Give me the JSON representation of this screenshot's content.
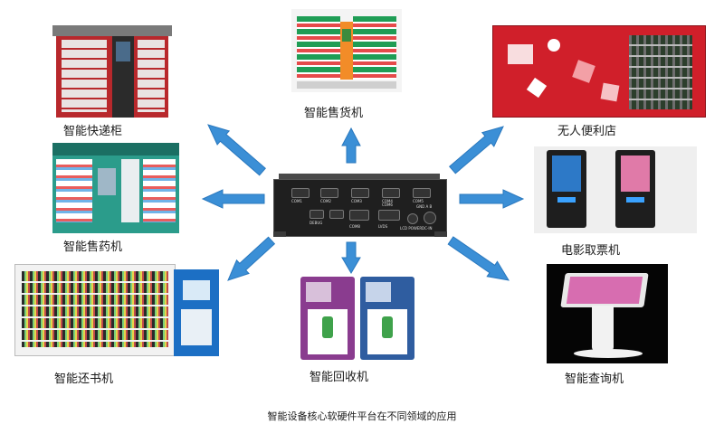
{
  "caption": "智能设备核心软硬件平台在不同领域的应用",
  "colors": {
    "arrow": "#3b8fd6",
    "arrow_stroke": "#2a78be"
  },
  "center": {
    "port_labels": [
      "COM1",
      "COM2",
      "COM3",
      "COM4",
      "COM5",
      "COM6",
      "DEBUG",
      "COM8",
      "LVDS",
      "LCD POWER",
      "DC-IN",
      "GND  A  B"
    ]
  },
  "devices": [
    {
      "id": "express",
      "label": "智能快递柜"
    },
    {
      "id": "vending",
      "label": "智能售货机"
    },
    {
      "id": "store",
      "label": "无人便利店"
    },
    {
      "id": "pharmacy",
      "label": "智能售药机"
    },
    {
      "id": "ticket",
      "label": "电影取票机"
    },
    {
      "id": "book",
      "label": "智能还书机"
    },
    {
      "id": "recycle",
      "label": "智能回收机"
    },
    {
      "id": "query",
      "label": "智能查询机"
    }
  ]
}
